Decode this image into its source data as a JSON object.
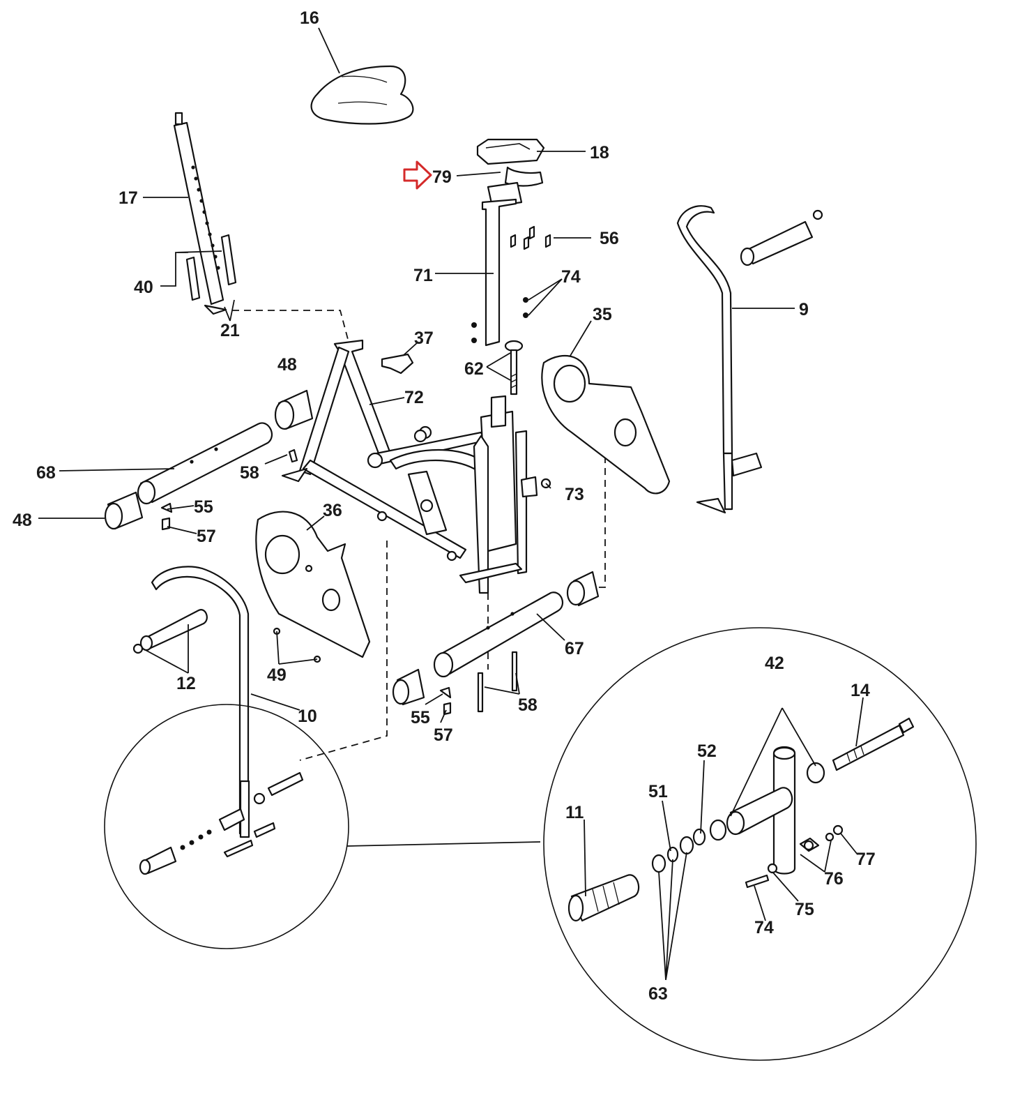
{
  "diagram": {
    "callouts": {
      "c16": "16",
      "c18": "18",
      "c79": "79",
      "c17": "17",
      "c40": "40",
      "c21": "21",
      "c56": "56",
      "c71": "71",
      "c74a": "74",
      "c9": "9",
      "c35": "35",
      "c37": "37",
      "c62": "62",
      "c48a": "48",
      "c72": "72",
      "c68": "68",
      "c58a": "58",
      "c73": "73",
      "c48b": "48",
      "c55a": "55",
      "c57a": "57",
      "c36": "36",
      "c67": "67",
      "c12": "12",
      "c49": "49",
      "c10": "10",
      "c58b": "58",
      "c55b": "55",
      "c57b": "57",
      "c42": "42",
      "c14": "14",
      "c52": "52",
      "c51": "51",
      "c11": "11",
      "c77": "77",
      "c76": "76",
      "c75": "75",
      "c74b": "74",
      "c63": "63"
    },
    "highlight": {
      "target": "79",
      "color": "#d42a2a",
      "icon": "right-arrow-icon"
    }
  }
}
